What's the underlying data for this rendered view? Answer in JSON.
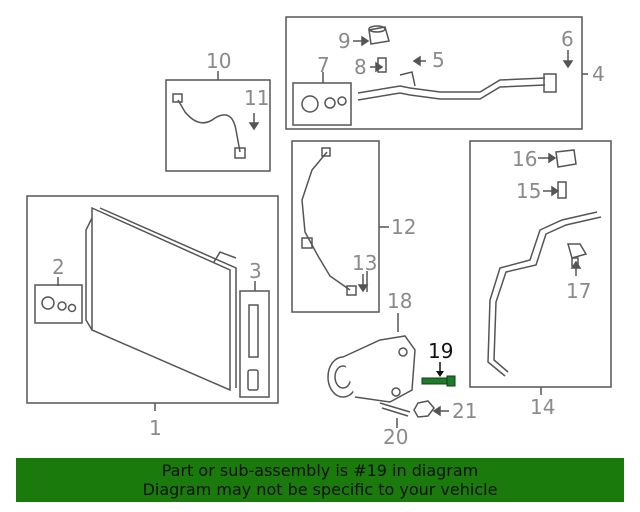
{
  "diagram": {
    "callouts": {
      "c1": "1",
      "c2": "2",
      "c3": "3",
      "c4": "4",
      "c5": "5",
      "c6": "6",
      "c7": "7",
      "c8": "8",
      "c9": "9",
      "c10": "10",
      "c11": "11",
      "c12": "12",
      "c13": "13",
      "c14": "14",
      "c15": "15",
      "c16": "16",
      "c17": "17",
      "c18": "18",
      "c19": "19",
      "c20": "20",
      "c21": "21"
    },
    "highlighted_part": "19",
    "colors": {
      "line": "#555555",
      "label": "#8a8a8a",
      "highlight": "#111111",
      "banner": "#1a7a0c",
      "part_green": "#1f7a2a"
    }
  },
  "banner": {
    "line1": "Part or sub-assembly is #19 in diagram",
    "line2": "Diagram may not be specific to your vehicle"
  }
}
